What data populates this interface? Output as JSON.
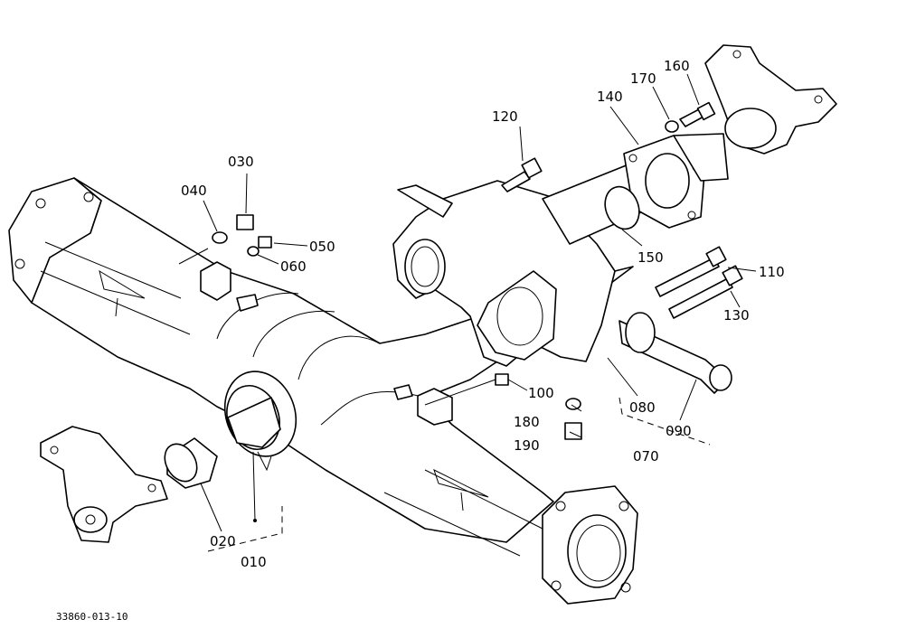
{
  "drawing_number": "33860-013-10",
  "callouts": {
    "c010": "010",
    "c020": "020",
    "c030": "030",
    "c040": "040",
    "c050": "050",
    "c060": "060",
    "c070": "070",
    "c080": "080",
    "c090": "090",
    "c100": "100",
    "c110": "110",
    "c120": "120",
    "c130": "130",
    "c140": "140",
    "c150": "150",
    "c160": "160",
    "c170": "170",
    "c180": "180",
    "c190": "190"
  }
}
